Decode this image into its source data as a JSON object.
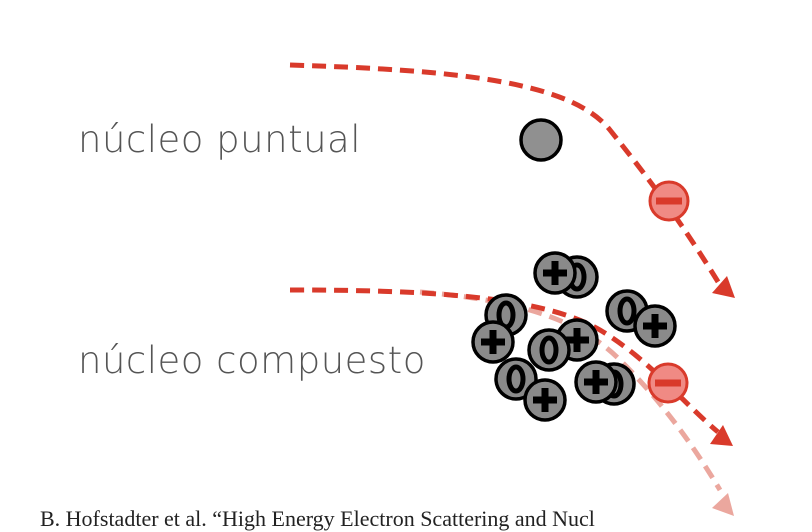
{
  "labels": {
    "point_nucleus": "núcleo puntual",
    "composite_nucleus": "núcleo compuesto"
  },
  "caption": "B. Hofstadter et al. “High Energy Electron Scattering and Nucl",
  "colors": {
    "trajectory": "#d93a2b",
    "trajectory_faded": "#eba79e",
    "electron_fill": "#f08a84",
    "electron_stroke": "#d93a2b",
    "nucleon_fill": "#8a8a8a",
    "nucleus_fill": "#909090",
    "label_text": "#555555"
  },
  "particles": {
    "electron": "electron-minus-icon",
    "proton": "proton-plus-icon",
    "neutron": "neutron-zero-icon"
  }
}
